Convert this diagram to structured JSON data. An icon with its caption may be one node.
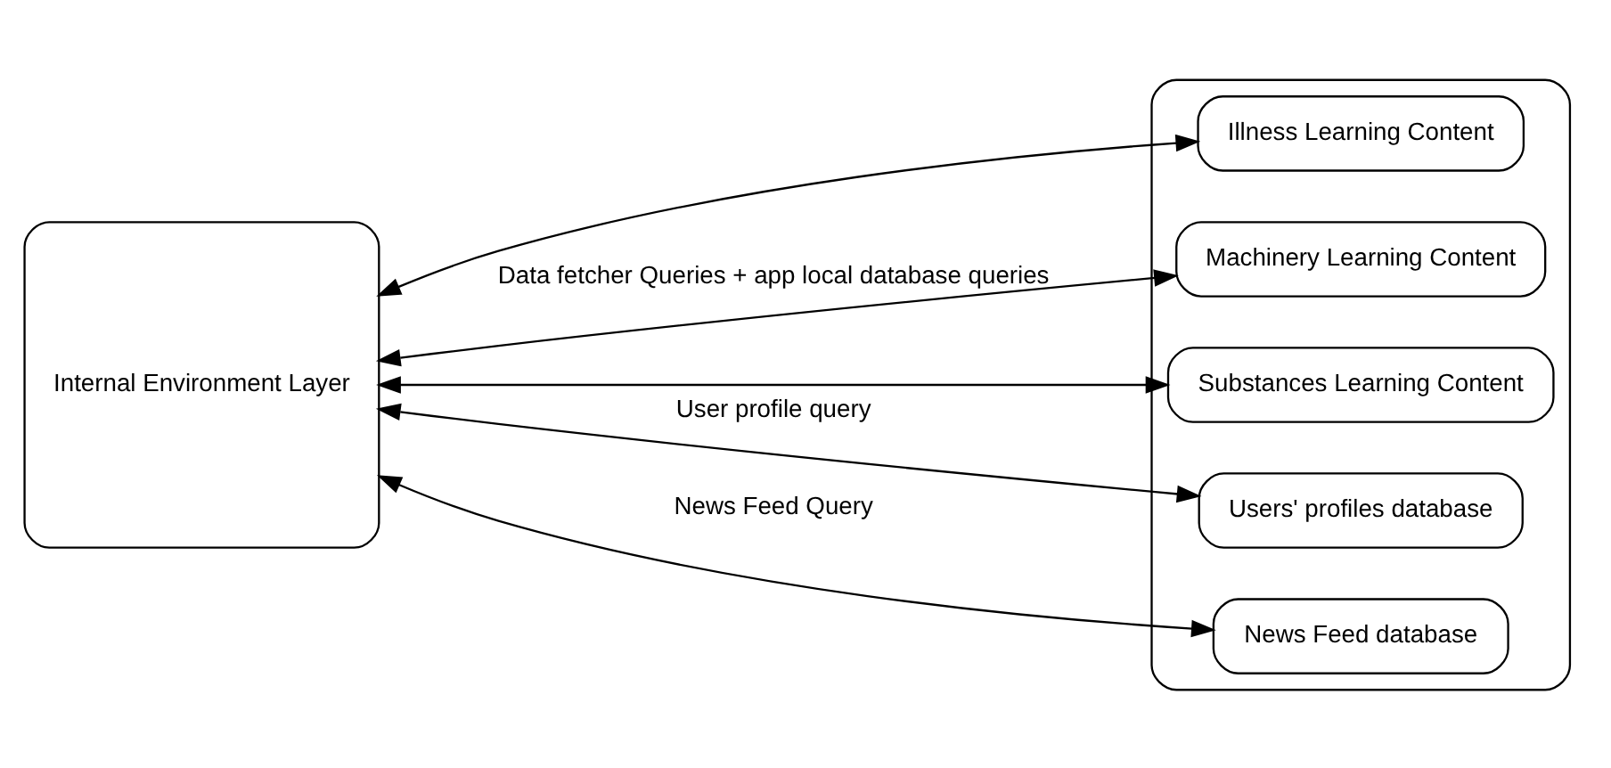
{
  "diagram": {
    "nodes": [
      {
        "text": [],
        "shape": "box"
      },
      {
        "text": [
          "Illness Learning Content"
        ],
        "in": 0
      },
      {
        "text": [
          "Machinery Learning Content"
        ],
        "in": 0
      },
      {
        "text": [
          "Substances Learning Content"
        ],
        "in": 0
      },
      {
        "text": [
          "Internal Environment Layer"
        ]
      },
      {
        "text": [
          "Users' profiles database"
        ],
        "in": 0
      },
      {
        "text": [
          "News Feed database"
        ],
        "in": 0
      }
    ],
    "edges": [
      {
        "from": 4,
        "to": 1,
        "arrow": "both"
      },
      {
        "from": 4,
        "to": 2,
        "arrow": "both",
        "label": "Data fetcher Queries + app local database queries"
      },
      {
        "from": 4,
        "to": 3,
        "arrow": "both"
      },
      {
        "from": 4,
        "to": 5,
        "arrow": "both",
        "label": "User profile query"
      },
      {
        "from": 4,
        "to": 6,
        "arrow": "both",
        "label": "News Feed Query"
      }
    ]
  }
}
